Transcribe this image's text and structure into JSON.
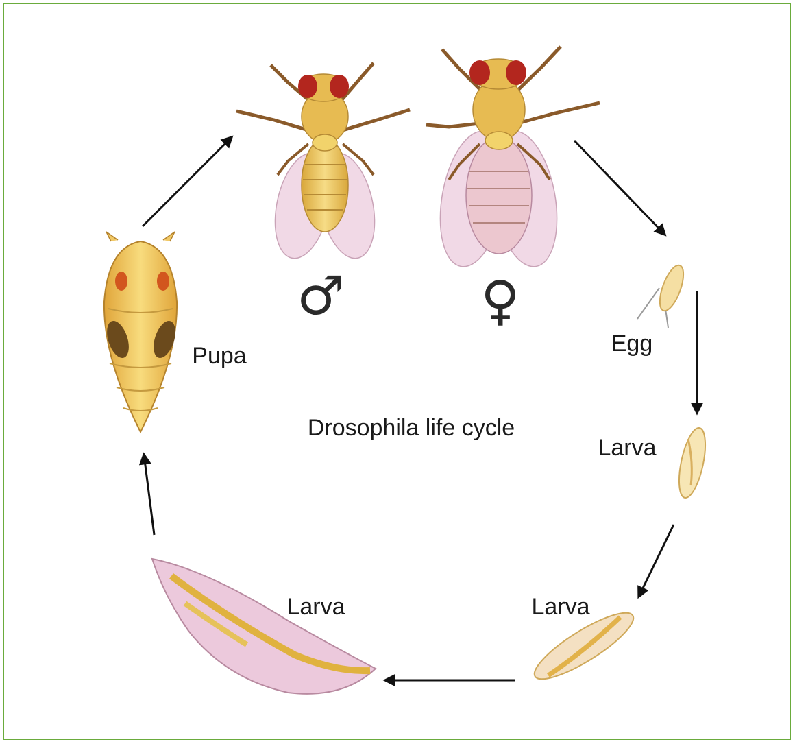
{
  "diagram": {
    "title": "Drosophila life cycle",
    "stages": {
      "male_symbol": "♂",
      "female_symbol": "♀",
      "egg": "Egg",
      "larva_first": "Larva",
      "larva_second": "Larva",
      "larva_third": "Larva",
      "pupa": "Pupa"
    },
    "colors": {
      "border": "#6aab3c",
      "body_gold": "#e8c35a",
      "eye_red": "#b3261e",
      "wing_pink": "#f1d9e6",
      "larva_pink": "#ecc9dc",
      "arrow": "#111111"
    }
  }
}
